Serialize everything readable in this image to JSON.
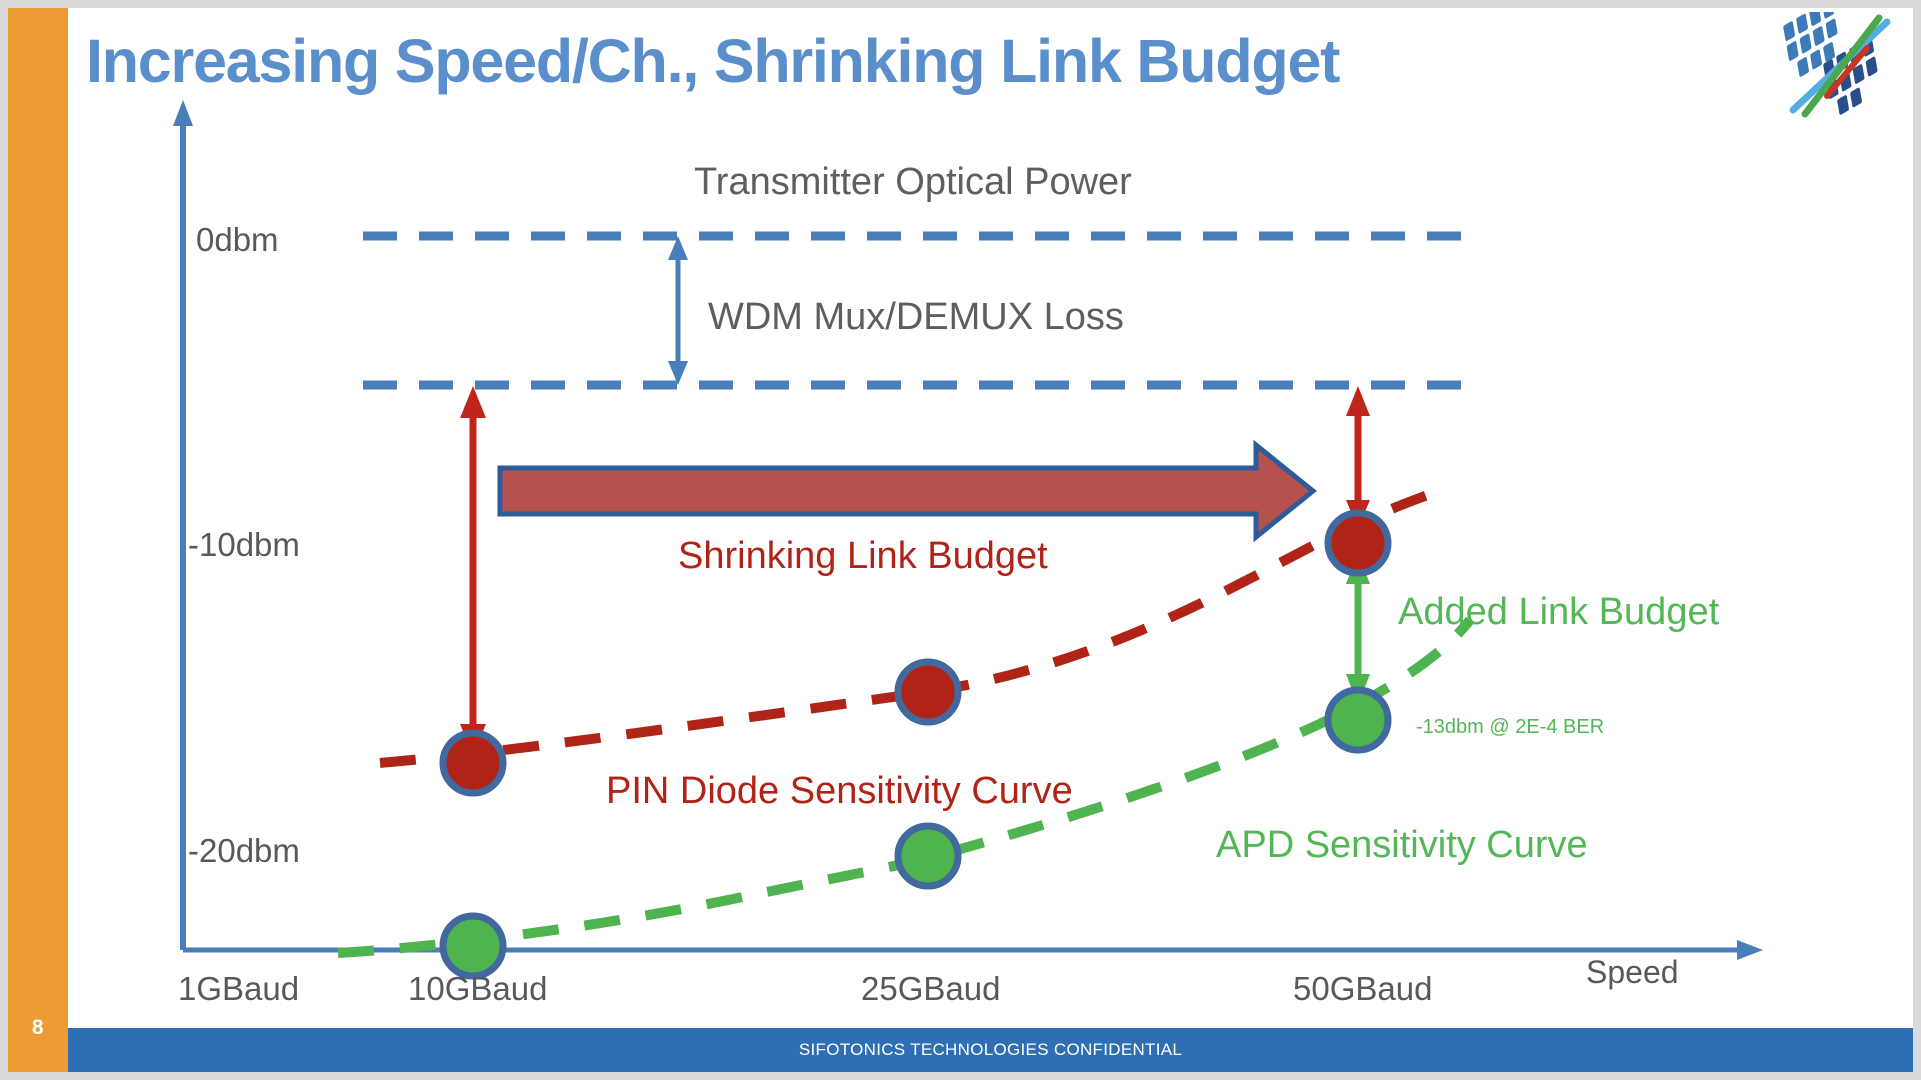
{
  "slide": {
    "number": "8",
    "title": "Increasing Speed/Ch., Shrinking Link Budget",
    "footer": "SIFOTONICS TECHNOLOGIES  CONFIDENTIAL",
    "logo_name": "sifotonics-logo"
  },
  "colors": {
    "accent_orange": "#ED9B33",
    "title_blue": "#5B8FCB",
    "footer_blue": "#2E6EB5",
    "axis_blue": "#4A7EBB",
    "dash_blue": "#4A7EBB",
    "pin_red": "#B02418",
    "apd_green": "#53B755",
    "marker_outline": "#41699E",
    "block_arrow_fill": "#B5524E",
    "block_arrow_outline": "#2E5C9A",
    "text_gray": "#5E5E5E"
  },
  "axes": {
    "y_ticks": [
      "0dbm",
      "-10dbm",
      "-20dbm"
    ],
    "x_ticks": [
      "1GBaud",
      "10GBaud",
      "25GBaud",
      "50GBaud"
    ],
    "x_axis_title": "Speed"
  },
  "annotations": {
    "transmitter_power": "Transmitter Optical Power",
    "wdm_loss": "WDM Mux/DEMUX Loss",
    "shrinking_link_budget": "Shrinking Link Budget",
    "pin_curve_label": "PIN Diode Sensitivity Curve",
    "apd_curve_label": "APD Sensitivity Curve",
    "added_link_budget": "Added Link Budget",
    "apd_sensitivity_value": "-13dbm @ 2E-4 BER"
  },
  "chart_data": {
    "type": "line",
    "title": "Increasing Speed/Ch., Shrinking Link Budget",
    "xlabel": "Speed",
    "ylabel": "",
    "categories": [
      "1GBaud",
      "10GBaud",
      "25GBaud",
      "50GBaud"
    ],
    "ytick_labels": [
      "0dbm",
      "-10dbm",
      "-20dbm"
    ],
    "ytick_values": [
      0,
      -10,
      -20
    ],
    "ylim": [
      -24,
      2
    ],
    "grid": false,
    "legend": "inline-annotations",
    "series": [
      {
        "name": "PIN Diode Sensitivity Curve",
        "color": "#B02418",
        "style": "dashed",
        "x": [
          "10GBaud",
          "25GBaud",
          "50GBaud"
        ],
        "values": [
          -18,
          -16,
          -10
        ]
      },
      {
        "name": "APD Sensitivity Curve",
        "color": "#53B755",
        "style": "dashed",
        "x": [
          "10GBaud",
          "25GBaud",
          "50GBaud"
        ],
        "values": [
          -23,
          -20,
          -13
        ]
      }
    ],
    "reference_lines": [
      {
        "name": "Transmitter Optical Power",
        "value": 0,
        "color": "#4A7EBB",
        "style": "dashed"
      },
      {
        "name": "After WDM Mux/DEMUX Loss",
        "value": -4.5,
        "color": "#4A7EBB",
        "style": "dashed"
      }
    ],
    "annotations": [
      {
        "text": "Transmitter Optical Power",
        "color": "#5E5E5E"
      },
      {
        "text": "WDM Mux/DEMUX Loss",
        "color": "#5E5E5E",
        "kind": "double-arrow-vertical"
      },
      {
        "text": "Shrinking Link Budget",
        "color": "#B02418",
        "kind": "block-arrow-right"
      },
      {
        "text": "Added Link Budget",
        "color": "#53B755",
        "kind": "double-arrow-vertical"
      },
      {
        "text": "-13dbm @ 2E-4 BER",
        "color": "#53B755"
      }
    ]
  }
}
